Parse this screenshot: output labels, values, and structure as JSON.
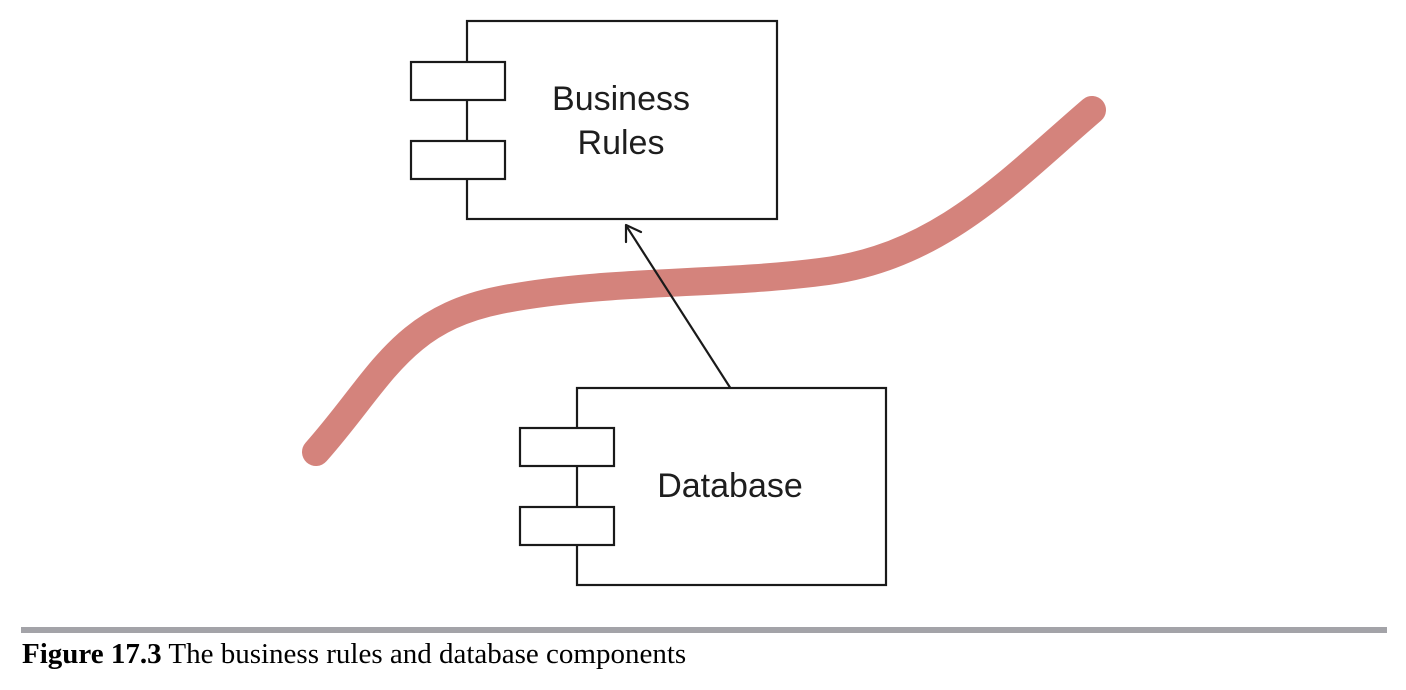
{
  "components": [
    {
      "id": "business-rules",
      "label_lines": [
        "Business",
        "Rules"
      ]
    },
    {
      "id": "database",
      "label_lines": [
        "Database"
      ]
    }
  ],
  "dependency": {
    "from": "database",
    "to": "business-rules"
  },
  "boundary": {
    "color": "#d4837c"
  },
  "caption": {
    "figure_number": "Figure 17.3",
    "text": "The business rules and database components"
  }
}
